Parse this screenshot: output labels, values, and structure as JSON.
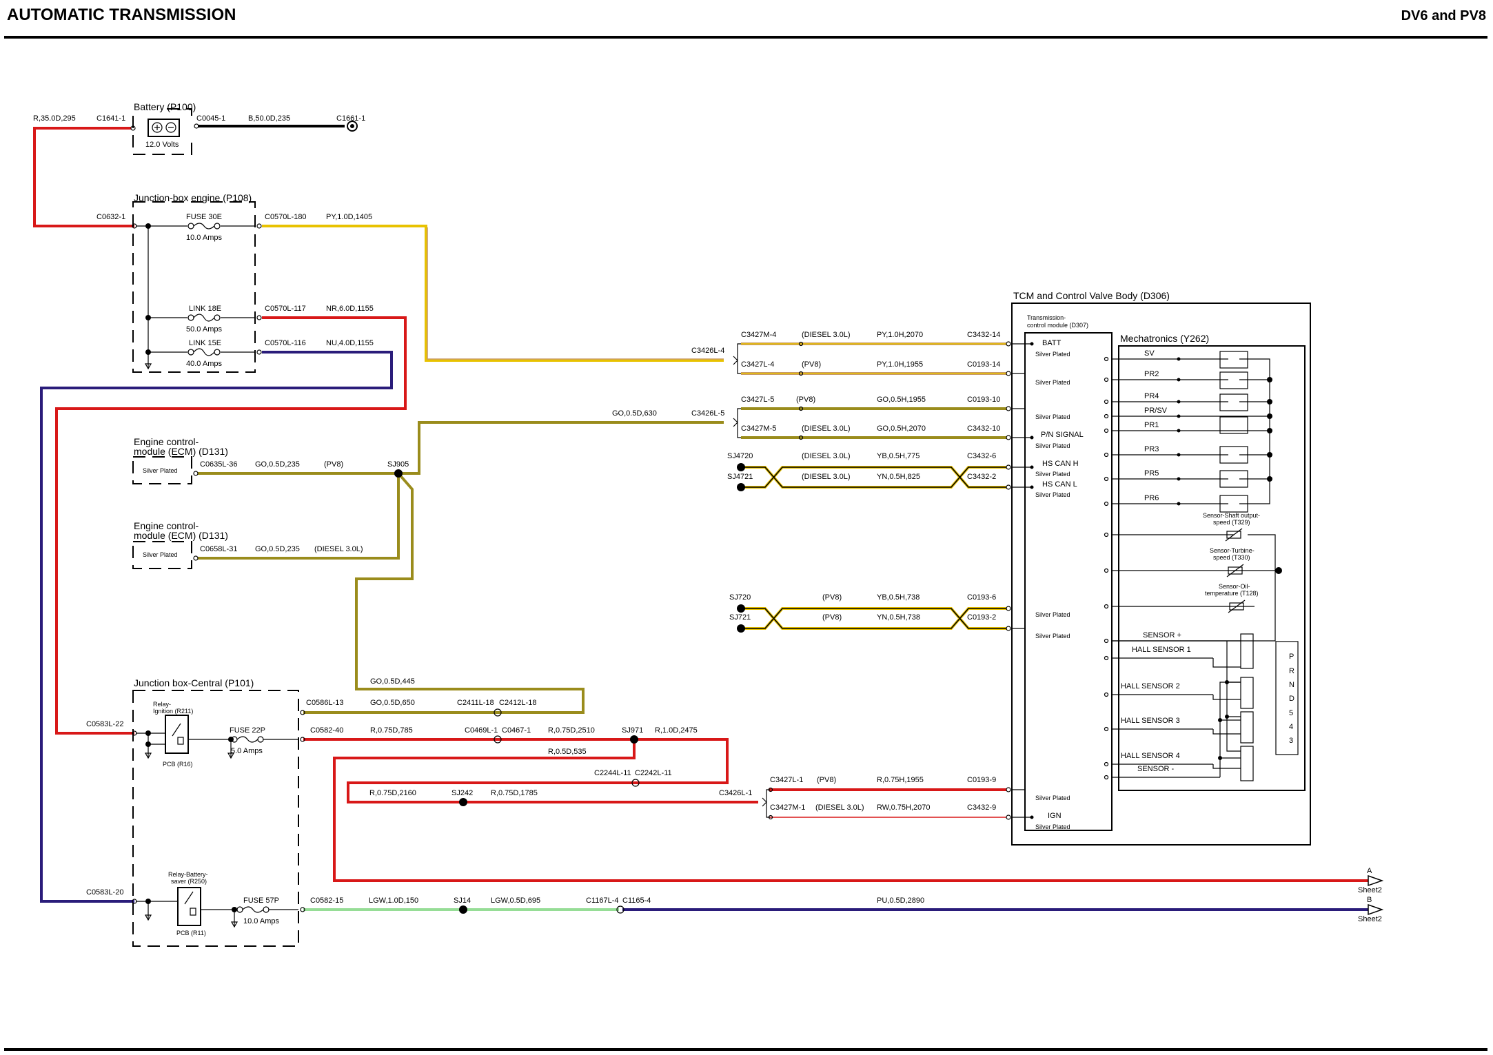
{
  "header": {
    "title": "AUTOMATIC TRANSMISSION",
    "variant": "DV6 and PV8"
  },
  "colors": {
    "red": "#d81818",
    "black": "#000000",
    "blue": "#2a1c7a",
    "olive": "#9a8c1c",
    "yellow": "#e8c200",
    "green": "#96dd96",
    "tan": "#c89a68",
    "gold": "#e6c000"
  },
  "components": {
    "battery": {
      "title": "Battery (P100)",
      "rating": "12.0 Volts"
    },
    "jbox_engine": {
      "title": "Junction-box engine (P108)"
    },
    "ecm1": {
      "title1": "Engine control-",
      "title2": "module (ECM) (D131)",
      "silver": "Silver Plated"
    },
    "ecm2": {
      "title1": "Engine control-",
      "title2": "module (ECM) (D131)",
      "silver": "Silver Plated"
    },
    "jbox_central": {
      "title": "Junction box-Central (P101)"
    },
    "relay_ign": {
      "name1": "Relay-",
      "name2": "Ignition (R211)",
      "pcb": "PCB (R16)"
    },
    "relay_batt": {
      "name1": "Relay-Battery-",
      "name2": "saver (R250)",
      "pcb": "PCB (R11)"
    },
    "tcm": {
      "title": "TCM and Control Valve Body (D306)",
      "sub1": "Transmission-",
      "sub2": "control module (D307)"
    },
    "mech": {
      "title": "Mechatronics (Y262)"
    },
    "gear_positions": [
      "P",
      "R",
      "N",
      "D",
      "5",
      "4",
      "3"
    ]
  },
  "fuses": {
    "f30e": {
      "name": "FUSE 30E",
      "rating": "10.0 Amps"
    },
    "l18e": {
      "name": "LINK 18E",
      "rating": "50.0 Amps"
    },
    "l15e": {
      "name": "LINK 15E",
      "rating": "40.0 Amps"
    },
    "f22p": {
      "name": "FUSE 22P",
      "rating": "5.0 Amps"
    },
    "f57p": {
      "name": "FUSE 57P",
      "rating": "10.0 Amps"
    }
  },
  "wires": {
    "batt_pos": "R,35.0D,295",
    "batt_neg": "B,50.0D,235",
    "f30e_out": "PY,1.0D,1405",
    "l18e_out": "NR,6.0D,1155",
    "l15e_out": "NU,4.0D,1155",
    "py_diesel": "PY,1.0H,2070",
    "py_pv8": "PY,1.0H,1955",
    "go_main": "GO,0.5D,630",
    "go_pv8": "GO,0.5H,1955",
    "go_diesel": "GO,0.5H,2070",
    "yb_diesel": "YB,0.5H,775",
    "yn_diesel": "YN,0.5H,825",
    "ecm1_w": "GO,0.5D,235",
    "ecm2_w": "GO,0.5D,235",
    "yb_pv8": "YB,0.5H,738",
    "yn_pv8": "YN,0.5H,738",
    "go445": "GO,0.5D,445",
    "go650": "GO,0.5D,650",
    "r785": "R,0.75D,785",
    "r2510": "R,0.75D,2510",
    "r2475": "R,1.0D,2475",
    "r535": "R,0.5D,535",
    "r2160": "R,0.75D,2160",
    "r1785": "R,0.75D,1785",
    "r1955": "R,0.75H,1955",
    "rw2070": "RW,0.75H,2070",
    "lgw150": "LGW,1.0D,150",
    "lgw695": "LGW,0.5D,695",
    "pu2890": "PU,0.5D,2890"
  },
  "variants": {
    "diesel": "(DIESEL 3.0L)",
    "pv8": "(PV8)"
  },
  "connectors": {
    "c1641": "C1641-1",
    "c0045": "C0045-1",
    "c1661": "C1661-1",
    "c0632": "C0632-1",
    "c0570_180": "C0570L-180",
    "c0570_117": "C0570L-117",
    "c0570_116": "C0570L-116",
    "c3426_4": "C3426L-4",
    "c3427m_4": "C3427M-4",
    "c3427l_4": "C3427L-4",
    "c3432_14": "C3432-14",
    "c0193_14": "C0193-14",
    "c3426_5": "C3426L-5",
    "c3427l_5": "C3427L-5",
    "c3427m_5": "C3427M-5",
    "c0193_10": "C0193-10",
    "c3432_10": "C3432-10",
    "sj4720": "SJ4720",
    "sj4721": "SJ4721",
    "c3432_6": "C3432-6",
    "c3432_2": "C3432-2",
    "c0635": "C0635L-36",
    "sj905": "SJ905",
    "c0658": "C0658L-31",
    "sj720": "SJ720",
    "sj721": "SJ721",
    "c0193_6": "C0193-6",
    "c0193_2": "C0193-2",
    "c0586": "C0586L-13",
    "c2411": "C2411L-18",
    "c2412": "C2412L-18",
    "c0583_22": "C0583L-22",
    "c0582_40": "C0582-40",
    "c0469": "C0469L-1",
    "c0467": "C0467-1",
    "sj971": "SJ971",
    "c2244": "C2244L-11",
    "c2242": "C2242L-11",
    "sj242": "SJ242",
    "c3426_1": "C3426L-1",
    "c3427l_1": "C3427L-1",
    "c3427m_1": "C3427M-1",
    "c0193_9": "C0193-9",
    "c3432_9": "C3432-9",
    "c0583_20": "C0583L-20",
    "c0582_15": "C0582-15",
    "sj14": "SJ14",
    "c1167": "C1167L-4",
    "c1165": "C1165-4"
  },
  "pins": {
    "batt": "BATT",
    "pn": "P/N SIGNAL",
    "canh": "HS CAN H",
    "canl": "HS CAN L",
    "ign": "IGN",
    "silver": "Silver Plated"
  },
  "mech_signals": [
    "SV",
    "PR2",
    "PR4",
    "PR/SV",
    "PR1",
    "PR3",
    "PR5",
    "PR6"
  ],
  "sensors": {
    "shaft1": "Sensor-Shaft output-",
    "shaft2": "speed (T329)",
    "turb1": "Sensor-Turbine-",
    "turb2": "speed (T330)",
    "oil1": "Sensor-Oil-",
    "oil2": "temperature (T128)"
  },
  "hall": [
    "SENSOR +",
    "HALL SENSOR 1",
    "HALL SENSOR 2",
    "HALL SENSOR 3",
    "HALL SENSOR 4",
    "SENSOR -"
  ],
  "offsheet": {
    "a": "A",
    "b": "B",
    "sheet": "Sheet2"
  }
}
